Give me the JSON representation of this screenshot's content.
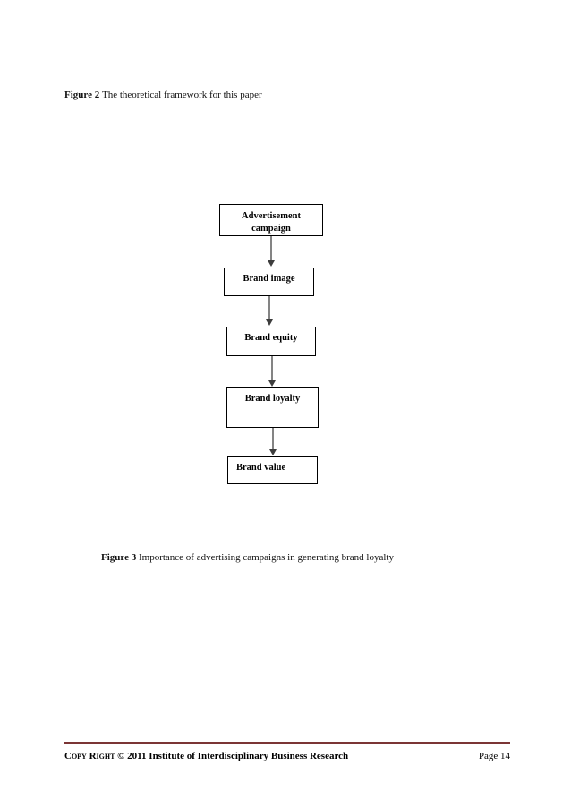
{
  "document": {
    "page_number_label": "Page 14"
  },
  "figures": {
    "figure2": {
      "label": "Figure 2",
      "title": "The theoretical framework for this paper"
    },
    "figure3": {
      "label": "Figure 3",
      "title": "Importance of advertising campaigns in generating brand loyalty"
    }
  },
  "flowchart": {
    "title": "The theoretical framework for this paper",
    "direction": "top-to-bottom",
    "node_border_color": "#000000",
    "connector_color": "#848484",
    "arrowhead_color": "#3d3d3d",
    "nodes": [
      {
        "id": "advertisement-campaign",
        "line1": "Advertisement",
        "line2": "campaign"
      },
      {
        "id": "brand-image",
        "line1": "Brand image",
        "line2": ""
      },
      {
        "id": "brand-equity",
        "line1": "Brand equity",
        "line2": ""
      },
      {
        "id": "brand-loyalty",
        "line1": "Brand loyalty",
        "line2": ""
      },
      {
        "id": "brand-value",
        "line1": "Brand value",
        "line2": ""
      }
    ],
    "edges": [
      {
        "from": "advertisement-campaign",
        "to": "brand-image"
      },
      {
        "from": "brand-image",
        "to": "brand-equity"
      },
      {
        "from": "brand-equity",
        "to": "brand-loyalty"
      },
      {
        "from": "brand-loyalty",
        "to": "brand-value"
      }
    ]
  },
  "footer": {
    "copyright_small_caps": "Copy Right",
    "copyright_rest": " © 2011 Institute of Interdisciplinary Business Research",
    "page": "Page 14",
    "rule_color": "#7b3535"
  }
}
